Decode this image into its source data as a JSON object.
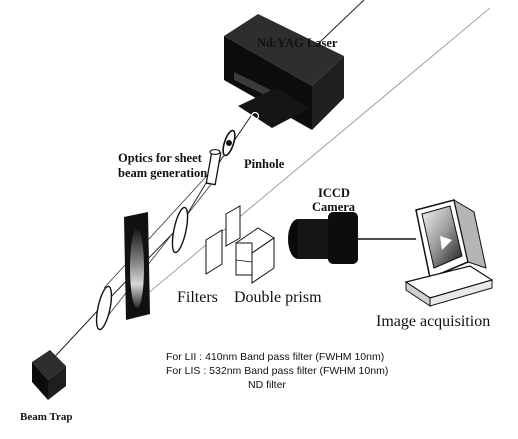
{
  "labels": {
    "laser": "Nd:YAG Laser",
    "optics_line1": "Optics for sheet",
    "optics_line2": "beam generation",
    "pinhole": "Pinhole",
    "iccd_line1": "ICCD",
    "iccd_line2": "Camera",
    "filters": "Filters",
    "double_prism": "Double prism",
    "image_acquisition": "Image acquisition",
    "beam_trap": "Beam Trap"
  },
  "notes": [
    "For LII : 410nm Band pass filter (FWHM 10nm)",
    "For LIS : 532nm Band pass filter (FWHM 10nm)",
    "ND filter"
  ],
  "colors": {
    "ink": "#111111",
    "background": "#ffffff"
  }
}
